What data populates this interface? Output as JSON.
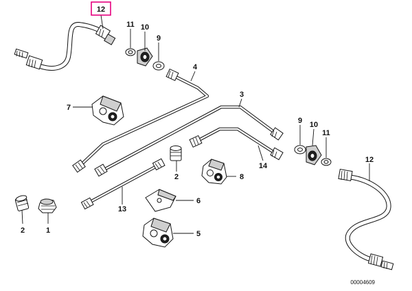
{
  "diagram": {
    "callouts": {
      "c12_top": "12",
      "c11_top": "11",
      "c10_top": "10",
      "c9_top": "9",
      "c4": "4",
      "c7": "7",
      "c3": "3",
      "c9_right": "9",
      "c10_right": "10",
      "c11_right": "11",
      "c14": "14",
      "c12_right": "12",
      "c8": "8",
      "c2_mid": "2",
      "c6": "6",
      "c13": "13",
      "c5": "5",
      "c2_left": "2",
      "c1": "1"
    },
    "document_number": "00004609",
    "highlight_color": "#e6007e"
  }
}
